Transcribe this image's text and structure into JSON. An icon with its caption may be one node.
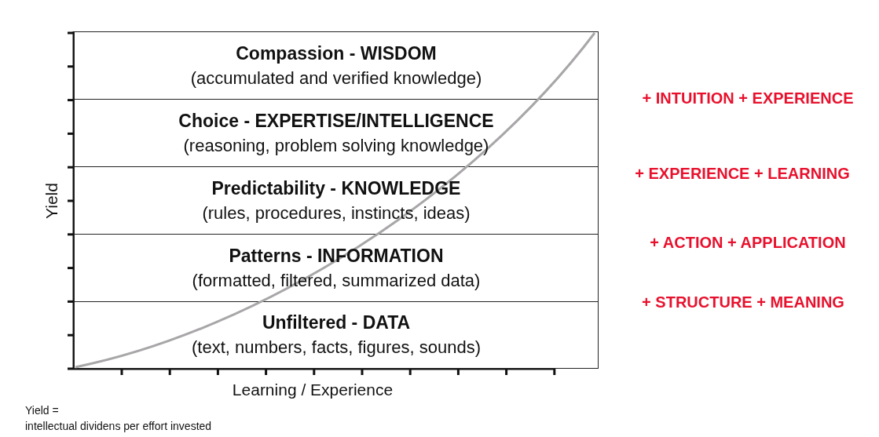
{
  "diagram": {
    "nodes": [
      {
        "text": [
          "Compassion - WISDOM",
          "(accumulated and verified knowledge)"
        ]
      },
      {
        "text": [
          "Choice - EXPERTISE/INTELLIGENCE",
          "(reasoning, problem solving knowledge)"
        ]
      },
      {
        "text": [
          "Predictability - KNOWLEDGE",
          "(rules, procedures, instincts, ideas)"
        ]
      },
      {
        "text": [
          "Patterns - INFORMATION",
          "(formatted, filtered, summarized data)"
        ]
      },
      {
        "text": [
          "Unfiltered - DATA",
          "(text, numbers, facts, figures, sounds)"
        ]
      }
    ],
    "labels": [
      "+ INTUITION + EXPERIENCE",
      "Yield",
      "+ EXPERIENCE + LEARNING",
      "+ ACTION + APPLICATION",
      "+ STRUCTURE + MEANING",
      "Learning / Experience",
      "Yield =",
      "intellectual dividens per effort invested"
    ]
  }
}
